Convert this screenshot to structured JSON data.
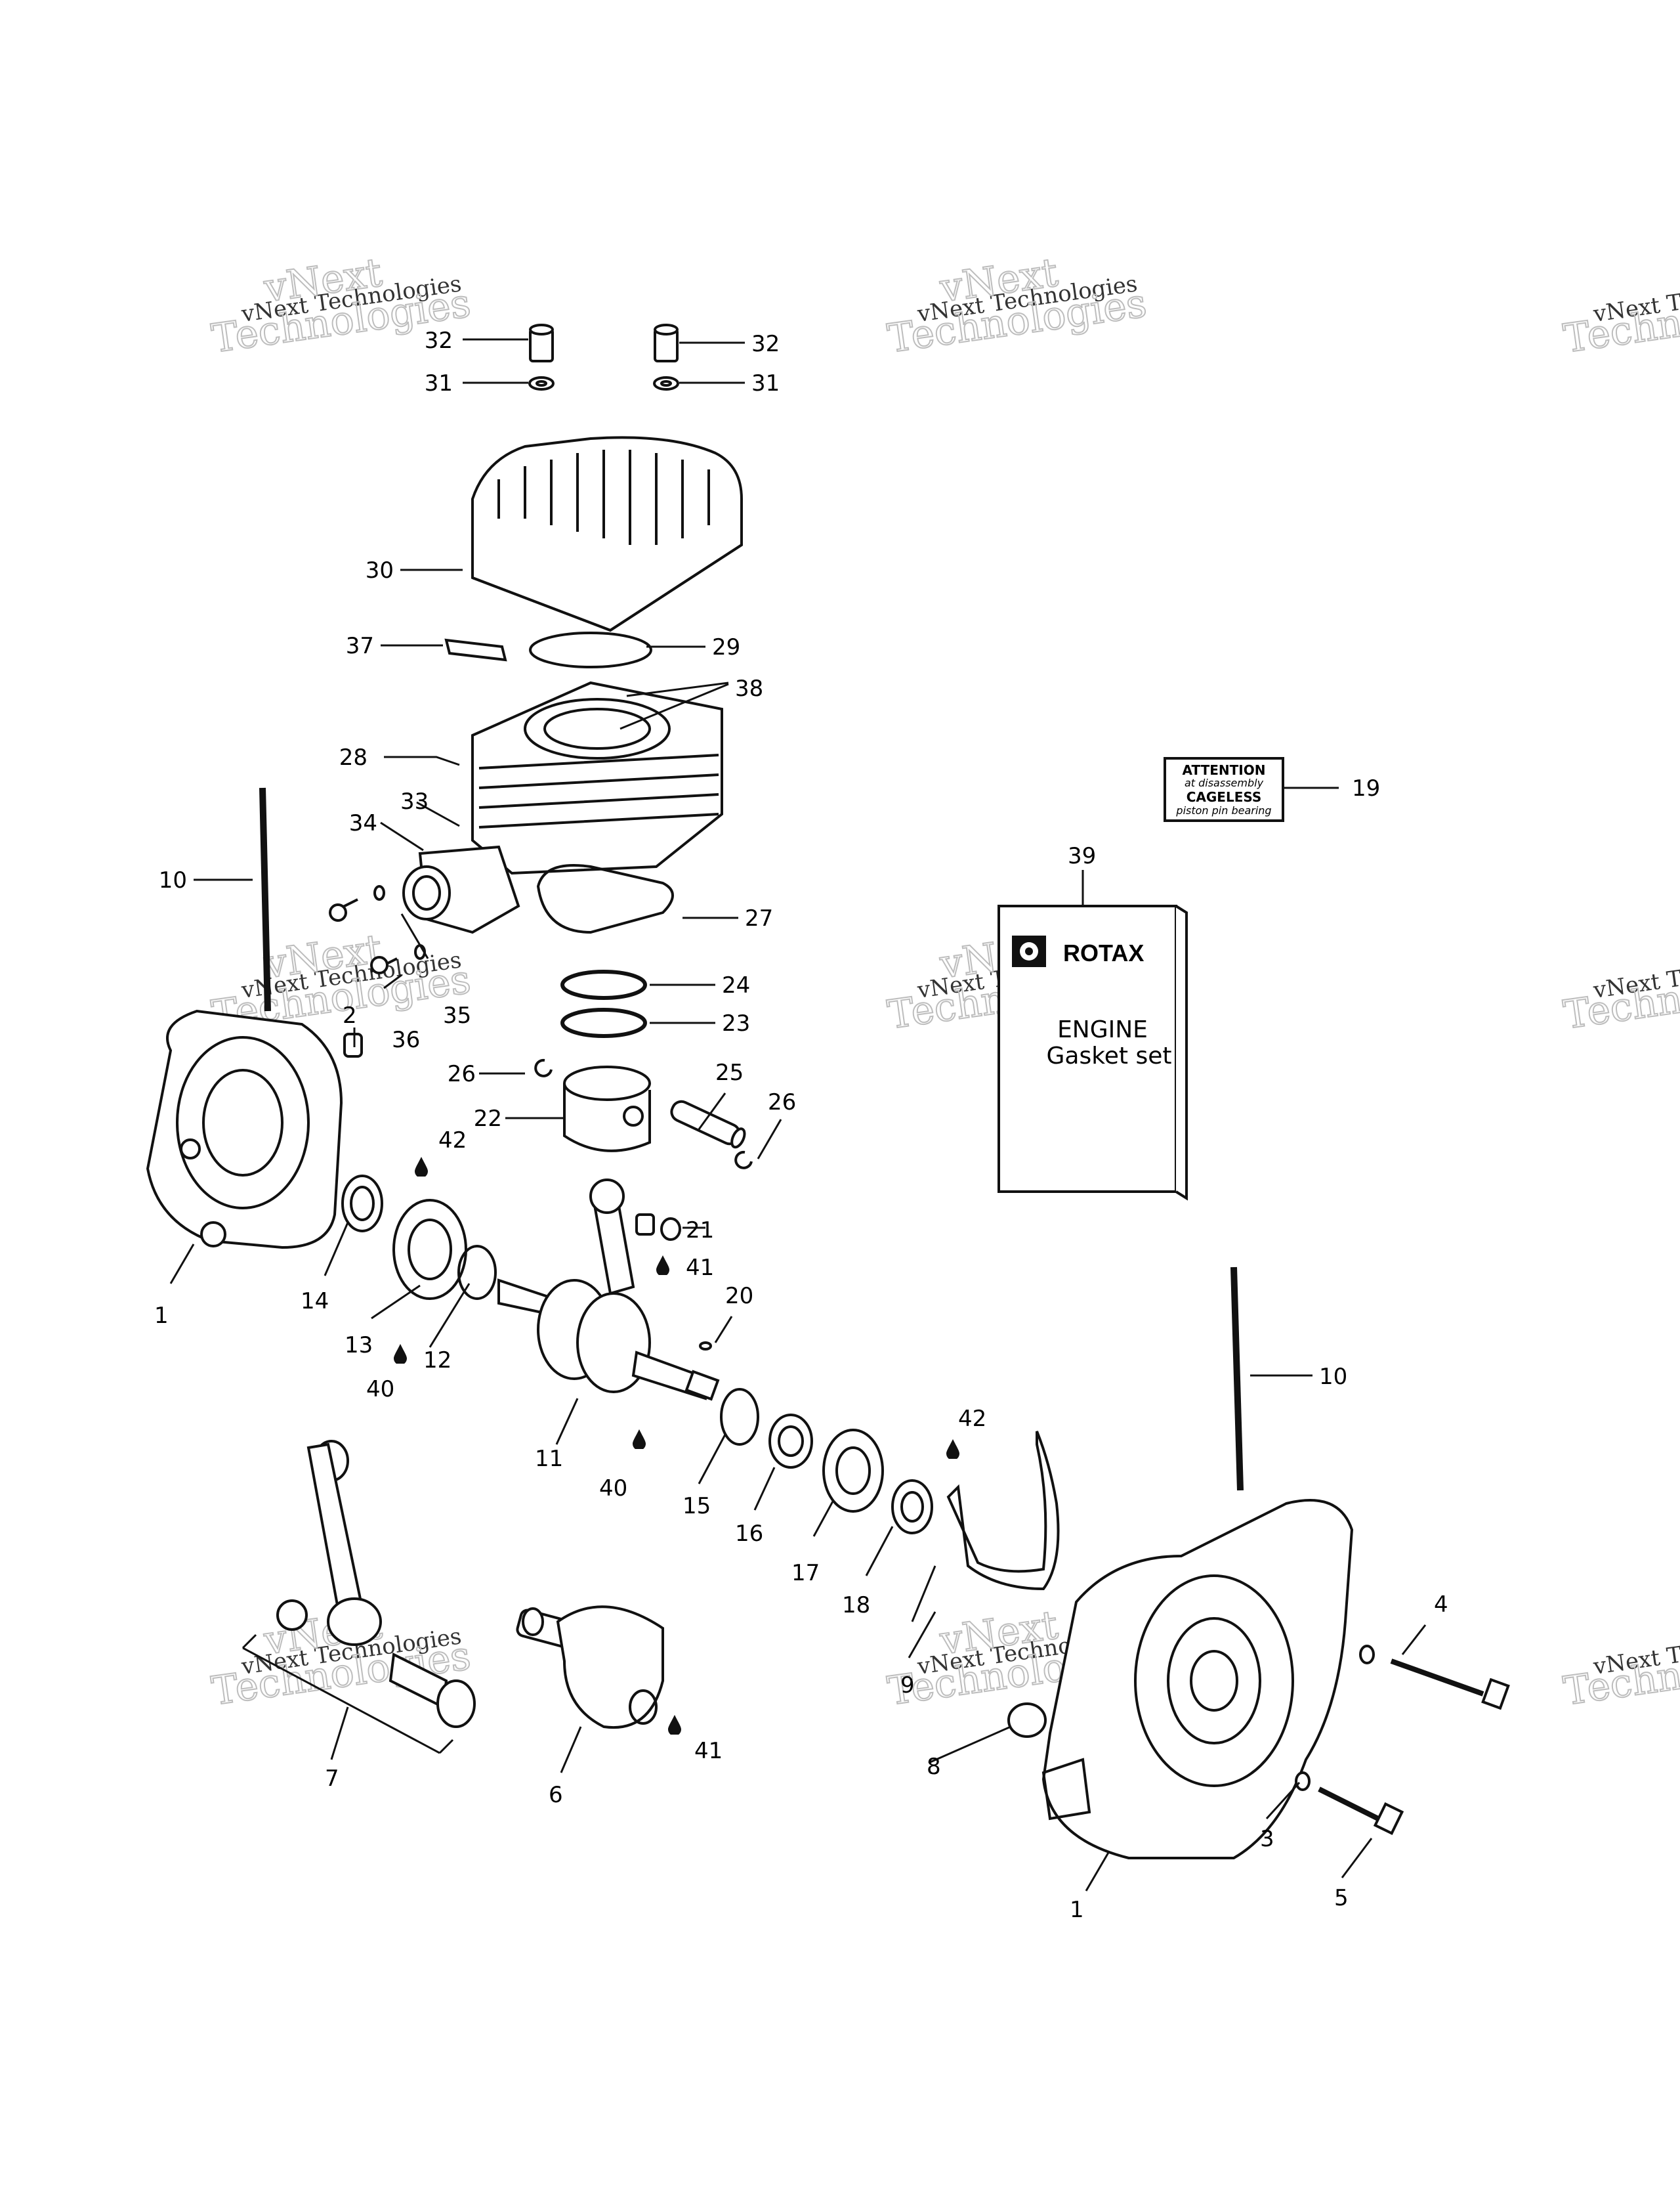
{
  "callouts": {
    "c1a": "1",
    "c1b": "1",
    "c2": "2",
    "c3": "3",
    "c4": "4",
    "c5": "5",
    "c6": "6",
    "c7": "7",
    "c8": "8",
    "c9": "9",
    "c10a": "10",
    "c10b": "10",
    "c11": "11",
    "c12": "12",
    "c13": "13",
    "c14": "14",
    "c15": "15",
    "c16": "16",
    "c17": "17",
    "c18": "18",
    "c19": "19",
    "c20": "20",
    "c21": "21",
    "c22": "22",
    "c23": "23",
    "c24": "24",
    "c25": "25",
    "c26a": "26",
    "c26b": "26",
    "c27": "27",
    "c28": "28",
    "c29": "29",
    "c30": "30",
    "c31a": "31",
    "c31b": "31",
    "c32a": "32",
    "c32b": "32",
    "c33": "33",
    "c34": "34",
    "c35": "35",
    "c36": "36",
    "c37": "37",
    "c38": "38",
    "c39": "39",
    "c40a": "40",
    "c40b": "40",
    "c41a": "41",
    "c41b": "41",
    "c42a": "42",
    "c42b": "42"
  },
  "decal": {
    "line1": "ATTENTION",
    "line2": "at disassembly",
    "line3": "CAGELESS",
    "line4": "piston pin bearing"
  },
  "gasket_kit": {
    "brand": "ROTAX",
    "title": "ENGINE",
    "subtitle": "Gasket set"
  },
  "watermark": {
    "line1": "vNext Technologies",
    "line2": "Technologies",
    "line3": "vNext",
    "edge1": "vNext Te",
    "edge2": "Techno"
  }
}
